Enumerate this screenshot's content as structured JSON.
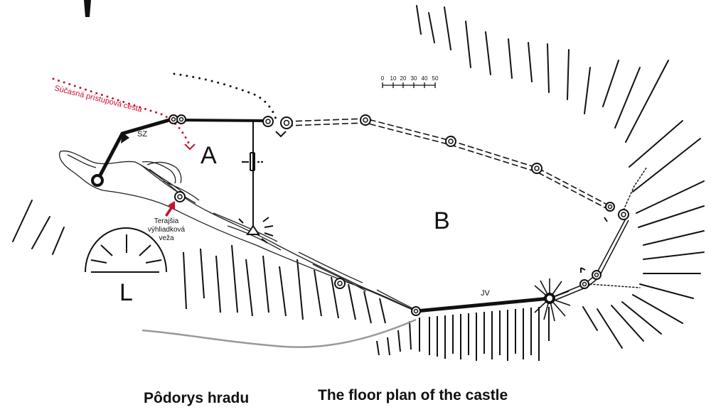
{
  "labels": {
    "area_a": "A",
    "area_b": "B",
    "area_l": "L",
    "sz": "SZ",
    "jv": "JV",
    "access_road": "Súčasná prístupová cesta",
    "tower": [
      "Terajšia",
      "výhliadková",
      "veža"
    ]
  },
  "scale": {
    "ticks": [
      "0",
      "10",
      "20",
      "30",
      "40",
      "50"
    ]
  },
  "caption": {
    "slovak": "Pôdorys hradu",
    "english": "The floor plan of the castle"
  },
  "colors": {
    "ink": "#111111",
    "accent": "#c8102e"
  }
}
